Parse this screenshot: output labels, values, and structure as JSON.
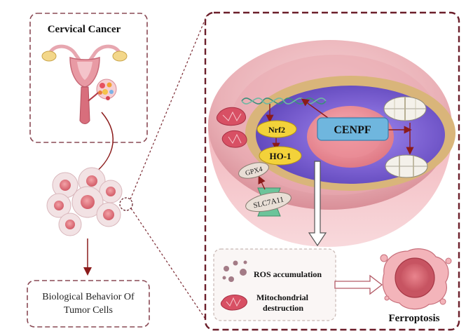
{
  "panel_left": {
    "title": "Cervical Cancer",
    "behavior_line1": "Biological Behavior Of",
    "behavior_line2": "Tumor Cells"
  },
  "pathway": {
    "cenpf": "CENPF",
    "nrf2": "Nrf2",
    "ho1": "HO-1",
    "gpx4": "GPX4",
    "slc7a11": "SLC7A11"
  },
  "legend": {
    "ros": "ROS accumulation",
    "mito_line1": "Mitochondrial",
    "mito_line2": "destruction"
  },
  "outcome": {
    "ferroptosis": "Ferroptosis"
  },
  "colors": {
    "frame": "#7b2a33",
    "arrow": "#8b1a1a",
    "cenpf_fill": "#6fb6de",
    "yellow_oval": "#f3d23a",
    "gray_oval": "#e9dfd6",
    "nucleus": "#7a5fd0",
    "cytoplasm": "#f1c1c6"
  }
}
